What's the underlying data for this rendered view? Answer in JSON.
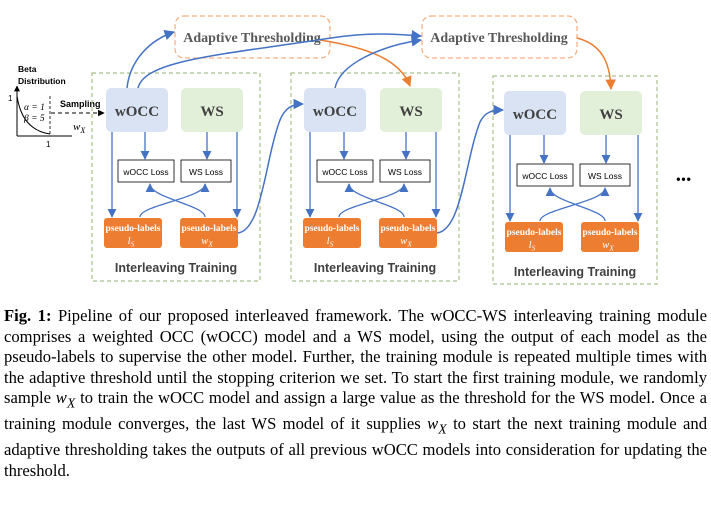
{
  "figure": {
    "adaptive_threshold_label": "Adaptive Thresholding",
    "beta": {
      "title_line1": "Beta",
      "title_line2": "Distribution",
      "alpha": "α = 1",
      "beta": "β = 5",
      "y_tick": "1",
      "x_tick": "1",
      "x_var": "w",
      "x_sub": "X",
      "sampling": "Sampling"
    },
    "modules": [
      {
        "wocc": "wOCC",
        "ws": "WS",
        "wocc_loss": "wOCC Loss",
        "ws_loss": "WS Loss",
        "pl_left": "pseudo-labels",
        "pl_left_var": "l",
        "pl_left_sub": "S",
        "pl_right": "pseudo-labels",
        "pl_right_var": "w",
        "pl_right_sub": "X",
        "title": "Interleaving Training"
      },
      {
        "wocc": "wOCC",
        "ws": "WS",
        "wocc_loss": "wOCC Loss",
        "ws_loss": "WS Loss",
        "pl_left": "pseudo-labels",
        "pl_left_var": "l",
        "pl_left_sub": "S",
        "pl_right": "pseudo-labels",
        "pl_right_var": "w",
        "pl_right_sub": "X",
        "title": "Interleaving Training"
      },
      {
        "wocc": "wOCC",
        "ws": "WS",
        "wocc_loss": "wOCC Loss",
        "ws_loss": "WS Loss",
        "pl_left": "pseudo-labels",
        "pl_left_var": "l",
        "pl_left_sub": "S",
        "pl_right": "pseudo-labels",
        "pl_right_var": "w",
        "pl_right_sub": "X",
        "title": "Interleaving Training"
      }
    ],
    "ellipsis": "•••"
  },
  "caption": {
    "label": "Fig. 1:",
    "p1": "Pipeline of our proposed interleaved framework. The wOCC-WS interleaving training module comprises a weighted OCC (wOCC) model and a WS model, using the output of each model as the pseudo-labels to supervise the other model. Further, the training module is repeated multiple times with the adaptive threshold until the stopping criterion we set. To start the first training module, we randomly sample",
    "var1": "w",
    "var1_sub": "X",
    "p2": "to train the wOCC model and assign a large value as the threshold for the WS model. Once a training module converges, the last WS model of it supplies",
    "var2": "w",
    "var2_sub": "X",
    "p3": "to start the next training module and adaptive thresholding takes the outputs of all previous wOCC models into consideration for updating the threshold."
  },
  "colors": {
    "blue_arrow": "#4472c4",
    "orange_arrow": "#ed7d31",
    "wocc_fill": "#dae3f3",
    "ws_fill": "#e2efd9",
    "orange_fill": "#ed7d31",
    "green_dash": "#a9c08a",
    "orange_dash": "#f4b183"
  }
}
